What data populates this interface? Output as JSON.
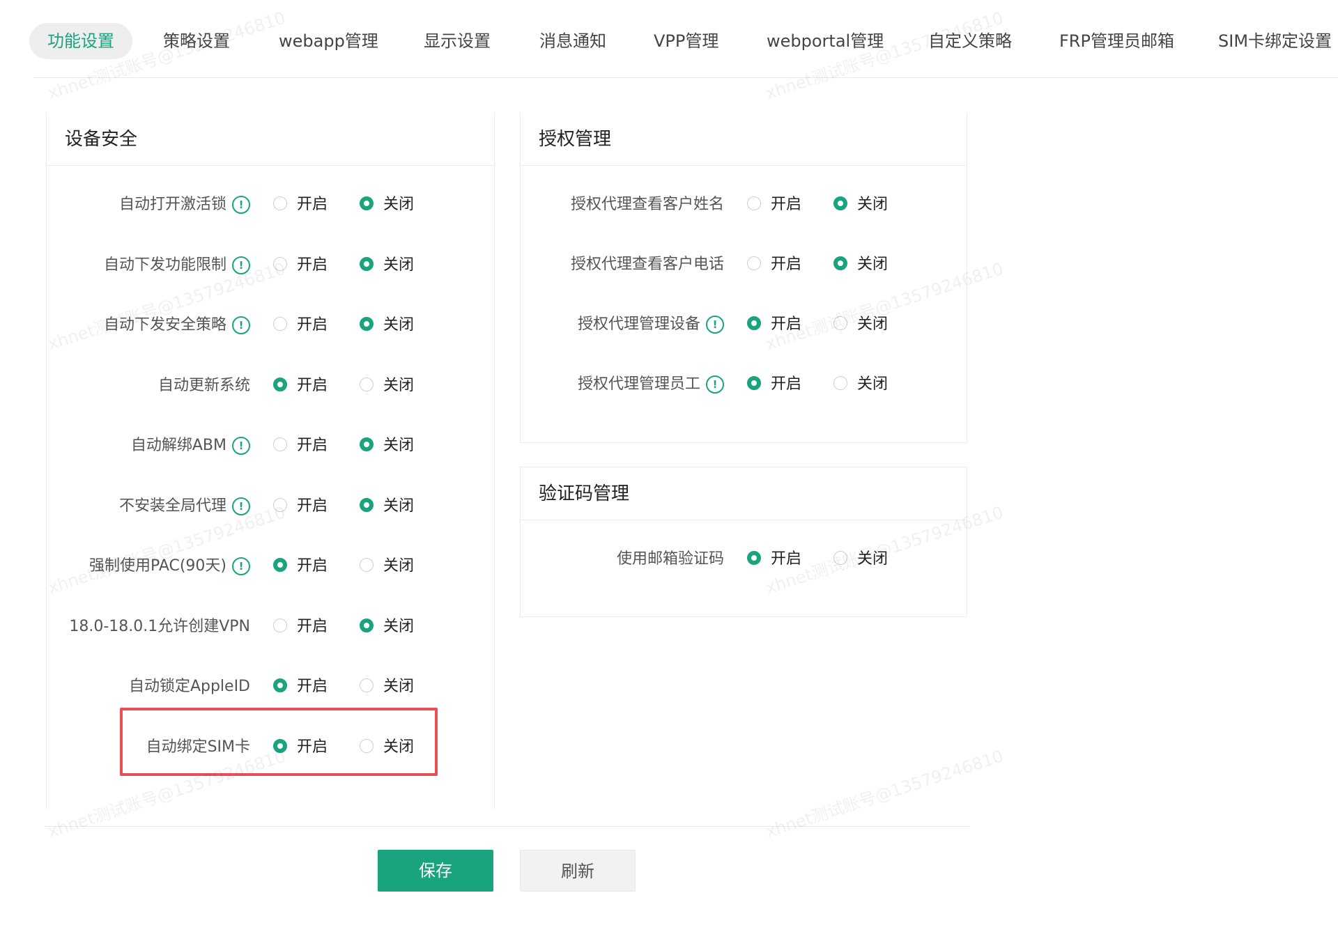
{
  "tabs": [
    {
      "label": "功能设置",
      "active": true
    },
    {
      "label": "策略设置",
      "active": false
    },
    {
      "label": "webapp管理",
      "active": false
    },
    {
      "label": "显示设置",
      "active": false
    },
    {
      "label": "消息通知",
      "active": false
    },
    {
      "label": "VPP管理",
      "active": false
    },
    {
      "label": "webportal管理",
      "active": false
    },
    {
      "label": "自定义策略",
      "active": false
    },
    {
      "label": "FRP管理员邮箱",
      "active": false
    },
    {
      "label": "SIM卡绑定设置",
      "active": false
    }
  ],
  "options": {
    "on": "开启",
    "off": "关闭"
  },
  "device_security": {
    "title": "设备安全",
    "rows": [
      {
        "label": "自动打开激活锁",
        "info": true,
        "value": "off"
      },
      {
        "label": "自动下发功能限制",
        "info": true,
        "value": "off"
      },
      {
        "label": "自动下发安全策略",
        "info": true,
        "value": "off"
      },
      {
        "label": "自动更新系统",
        "info": false,
        "value": "on"
      },
      {
        "label": "自动解绑ABM",
        "info": true,
        "value": "off"
      },
      {
        "label": "不安装全局代理",
        "info": true,
        "value": "off"
      },
      {
        "label": "强制使用PAC(90天)",
        "info": true,
        "value": "on"
      },
      {
        "label": "18.0-18.0.1允许创建VPN",
        "info": false,
        "value": "off"
      },
      {
        "label": "自动锁定AppleID",
        "info": false,
        "value": "on"
      },
      {
        "label": "自动绑定SIM卡",
        "info": false,
        "value": "on"
      }
    ]
  },
  "auth_management": {
    "title": "授权管理",
    "rows": [
      {
        "label": "授权代理查看客户姓名",
        "info": false,
        "value": "off"
      },
      {
        "label": "授权代理查看客户电话",
        "info": false,
        "value": "off"
      },
      {
        "label": "授权代理管理设备",
        "info": true,
        "value": "on"
      },
      {
        "label": "授权代理管理员工",
        "info": true,
        "value": "on"
      }
    ]
  },
  "captcha_management": {
    "title": "验证码管理",
    "rows": [
      {
        "label": "使用邮箱验证码",
        "info": false,
        "value": "on"
      }
    ]
  },
  "buttons": {
    "save": "保存",
    "refresh": "刷新"
  },
  "watermark": "xhnet测试账号@13579246810",
  "colors": {
    "accent": "#1aa37f",
    "highlight": "#ea4f55"
  }
}
